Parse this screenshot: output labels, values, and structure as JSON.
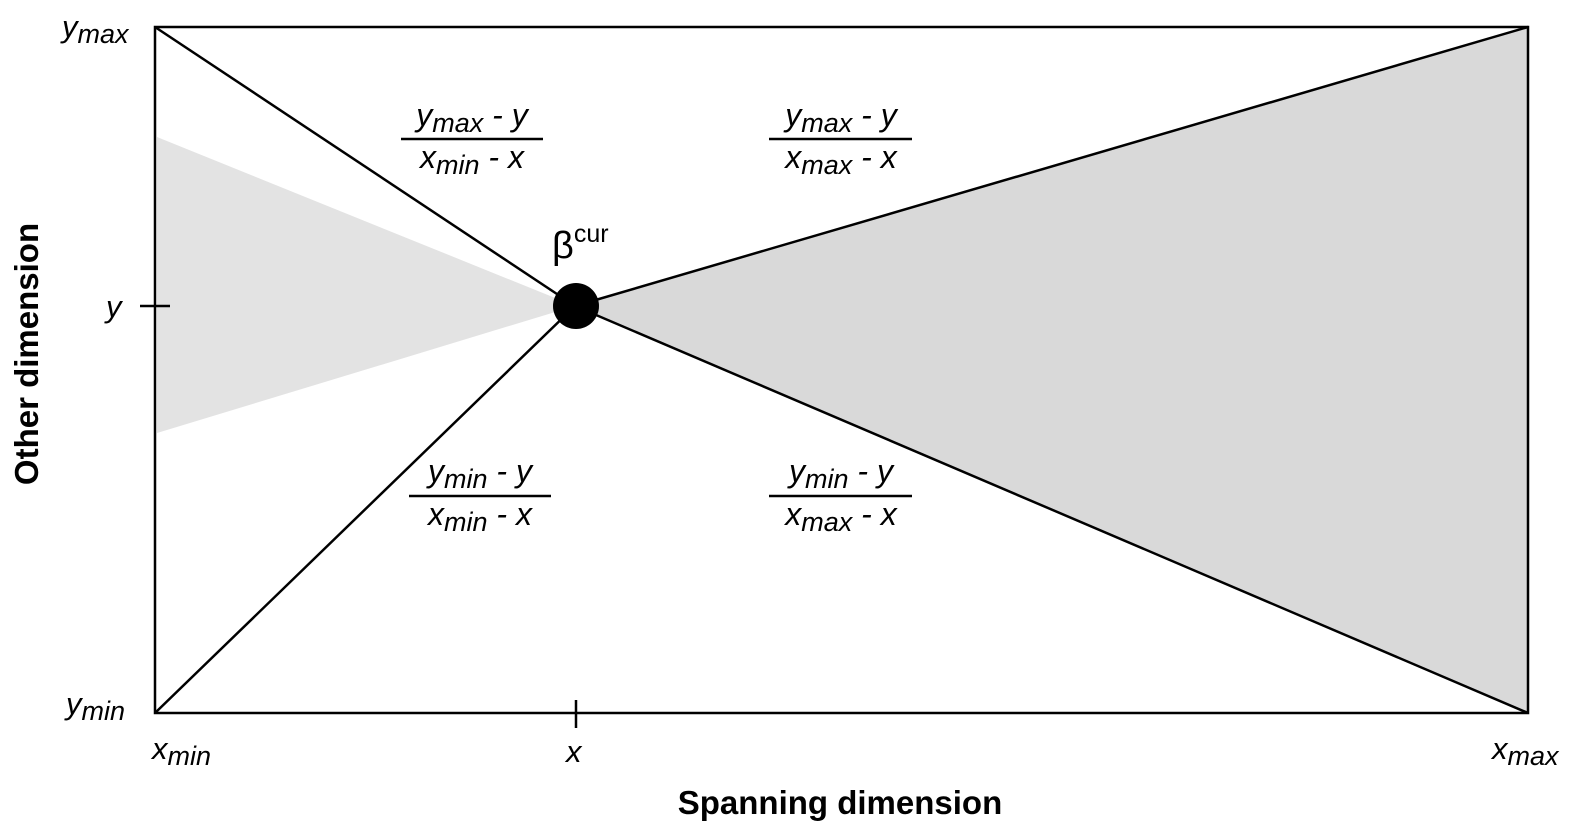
{
  "axes": {
    "x_title": "Spanning dimension",
    "y_title": "Other dimension",
    "x_ticks": {
      "min": {
        "base": "x",
        "sub": "min"
      },
      "mid": {
        "base": "x",
        "sub": ""
      },
      "max": {
        "base": "x",
        "sub": "max"
      }
    },
    "y_ticks": {
      "max": {
        "base": "y",
        "sub": "max"
      },
      "mid": {
        "base": "y",
        "sub": ""
      },
      "min": {
        "base": "y",
        "sub": "min"
      }
    }
  },
  "point": {
    "symbol": "β",
    "sup": "cur"
  },
  "fractions": {
    "upper_left": {
      "num": {
        "a": "y",
        "a_sub": "max",
        "rest": " - y"
      },
      "den": {
        "a": "x",
        "a_sub": "min",
        "rest": " - x"
      }
    },
    "upper_right": {
      "num": {
        "a": "y",
        "a_sub": "max",
        "rest": " - y"
      },
      "den": {
        "a": "x",
        "a_sub": "max",
        "rest": " - x"
      }
    },
    "lower_left": {
      "num": {
        "a": "y",
        "a_sub": "min",
        "rest": " - y"
      },
      "den": {
        "a": "x",
        "a_sub": "min",
        "rest": " - x"
      }
    },
    "lower_right": {
      "num": {
        "a": "y",
        "a_sub": "min",
        "rest": " - y"
      },
      "den": {
        "a": "x",
        "a_sub": "max",
        "rest": " - x"
      }
    }
  },
  "colors": {
    "shade_left": "#e3e3e3",
    "shade_right": "#d9d9d9",
    "line": "#000000",
    "point": "#000000"
  }
}
